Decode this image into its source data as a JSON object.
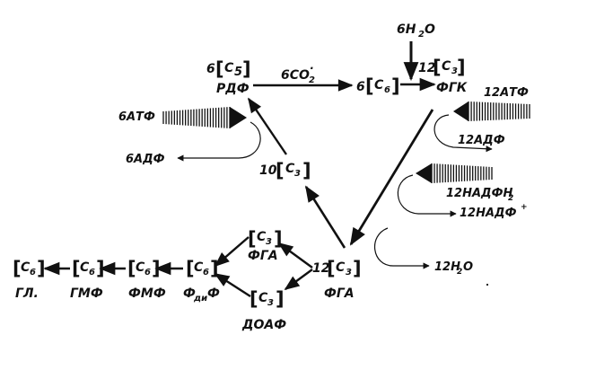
{
  "rudp": {
    "coef": "6",
    "c_label": "C",
    "c_sub": "5",
    "name": "РДФ"
  },
  "six_co2": {
    "label": "6CO",
    "sub": "2",
    "sup": "·"
  },
  "c6_top": {
    "coef": "6",
    "c_label": "C",
    "c_sub": "6"
  },
  "water_in": {
    "label": "6H",
    "sub": "2",
    "tail": "O"
  },
  "fgk": {
    "coef": "12",
    "c_label": "C",
    "c_sub": "3",
    "name": "ФГК"
  },
  "atp_12": "12АТФ",
  "adp_12": "12АДФ",
  "nadph_12": {
    "label": "12НАДФН",
    "sub": "2"
  },
  "nadp_12": {
    "label": "12НАДФ",
    "sup": "+"
  },
  "water_out": {
    "label": "12H",
    "sub": "2",
    "tail": "O"
  },
  "fga_main": {
    "coef": "12",
    "c_label": "C",
    "c_sub": "3",
    "name": "ФГА"
  },
  "c3_10": {
    "coef": "10",
    "c_label": "C",
    "c_sub": "3"
  },
  "atp_6": "6АТФ",
  "adp_6": "6АДФ",
  "fga_small": {
    "c_label": "C",
    "c_sub": "3",
    "name": "ФГА"
  },
  "doaf": {
    "c_label": "C",
    "c_sub": "3",
    "name": "ДОАФ"
  },
  "fdif": {
    "c_label": "C",
    "c_sub": "6",
    "name_main": "Ф",
    "name_sub": "ди",
    "name_tail": "Ф"
  },
  "fmf": {
    "c_label": "C",
    "c_sub": "6",
    "name": "ФМФ"
  },
  "gmf": {
    "c_label": "C",
    "c_sub": "6",
    "name": "ГМФ"
  },
  "gl": {
    "c_label": "C",
    "c_sub": "6",
    "name": "ГЛ."
  }
}
